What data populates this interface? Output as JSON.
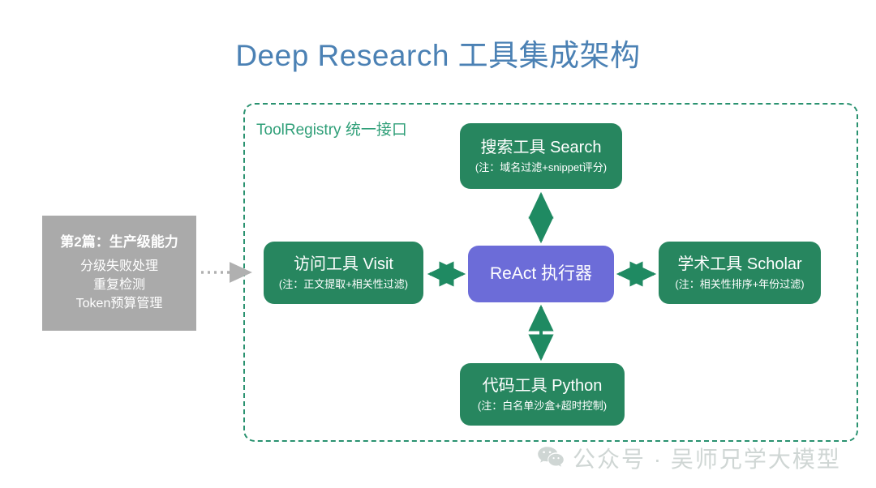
{
  "title": "Deep Research 工具集成架构",
  "registry": {
    "label": "ToolRegistry 统一接口",
    "border_color": "#2a9270"
  },
  "colors": {
    "title_blue": "#4b81b4",
    "tool_green": "#27865f",
    "executor_purple": "#6c6cd8",
    "side_gray": "#aaaaaa",
    "arrow_green": "#1f8a62",
    "arrow_gray": "#b3b3b3",
    "watermark_gray": "#cfd6d4"
  },
  "nodes": {
    "search": {
      "title": "搜索工具 Search",
      "note": "(注：域名过滤+snippet评分)"
    },
    "visit": {
      "title": "访问工具 Visit",
      "note": "(注：正文提取+相关性过滤)"
    },
    "center": {
      "title": "ReAct 执行器"
    },
    "scholar": {
      "title": "学术工具 Scholar",
      "note": "(注：相关性排序+年份过滤)"
    },
    "python": {
      "title": "代码工具 Python",
      "note": "(注：白名单沙盒+超时控制)"
    }
  },
  "side_panel": {
    "heading": "第2篇：生产级能力",
    "items": [
      "分级失败处理",
      "重复检测",
      "Token预算管理"
    ]
  },
  "watermark": {
    "icon": "wechat-icon",
    "text": "公众号 · 吴师兄学大模型"
  }
}
